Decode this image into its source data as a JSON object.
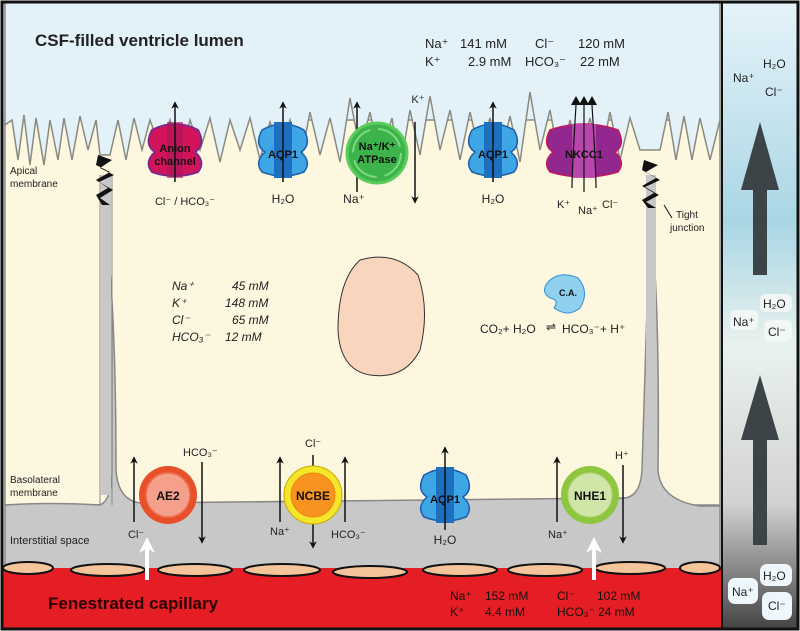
{
  "regions": {
    "lumen": "CSF-filled ventricle lumen",
    "apical_membrane": [
      "Apical",
      "membrane"
    ],
    "basolateral_membrane": [
      "Basolateral",
      "membrane"
    ],
    "interstitial": "Interstitial space",
    "capillary": "Fenestrated capillary",
    "tight_junction": [
      "Tight",
      "junction"
    ]
  },
  "csf_concentrations": [
    {
      "ion": "Na⁺",
      "value": "141 mM"
    },
    {
      "ion": "K⁺",
      "value": "2.9 mM"
    },
    {
      "ion": "Cl⁻",
      "value": "120 mM"
    },
    {
      "ion": "HCO₃⁻",
      "value": "22 mM"
    }
  ],
  "cell_concentrations": [
    {
      "ion": "Na⁺",
      "value": "45 mM"
    },
    {
      "ion": "K⁺",
      "value": "148 mM"
    },
    {
      "ion": "Cl⁻",
      "value": "65 mM"
    },
    {
      "ion": "HCO₃⁻",
      "value": "12 mM"
    }
  ],
  "blood_concentrations": [
    {
      "ion": "Na⁺",
      "value": "152 mM"
    },
    {
      "ion": "K⁺",
      "value": "4.4 mM"
    },
    {
      "ion": "Cl⁻",
      "value": "102 mM"
    },
    {
      "ion": "HCO₃⁻",
      "value": "24 mM"
    }
  ],
  "apical_transporters": [
    {
      "name": [
        "Anion",
        "channel"
      ],
      "substrates": "Cl⁻ / HCO₃⁻",
      "color": "#d4145a"
    },
    {
      "name": [
        "AQP1"
      ],
      "substrates": "H₂O",
      "color": "#2b8fd6"
    },
    {
      "name": [
        "Na⁺/K⁺",
        "ATPase"
      ],
      "substrates_in": "Na⁺",
      "substrates_out": "K⁺",
      "color": "#39b54a"
    },
    {
      "name": [
        "AQP1"
      ],
      "substrates": "H₂O",
      "color": "#2b8fd6"
    },
    {
      "name": [
        "NKCC1"
      ],
      "substrates": [
        "K⁺",
        "Na⁺",
        "Cl⁻"
      ],
      "color": "#92278f"
    }
  ],
  "basolateral_transporters": [
    {
      "name": "AE2",
      "in": "Cl⁻",
      "out": "HCO₃⁻",
      "color": "#e8502a"
    },
    {
      "name": "NCBE",
      "in_a": "Na⁺",
      "in_b": "HCO₃⁻",
      "out": "Cl⁻",
      "color": "#f7931e"
    },
    {
      "name": "AQP1",
      "in": "H₂O",
      "color": "#2b8fd6"
    },
    {
      "name": "NHE1",
      "in": "Na⁺",
      "out": "H⁺",
      "color": "#8dc63f"
    }
  ],
  "carbonic_anhydrase": {
    "label": "C.A.",
    "reaction": [
      "CO₂+ H₂O",
      "⇌",
      "HCO₃⁻+ H⁺"
    ]
  },
  "net_flux_panel": {
    "na": "Na⁺",
    "water": "H₂O",
    "cl": "Cl⁻"
  }
}
